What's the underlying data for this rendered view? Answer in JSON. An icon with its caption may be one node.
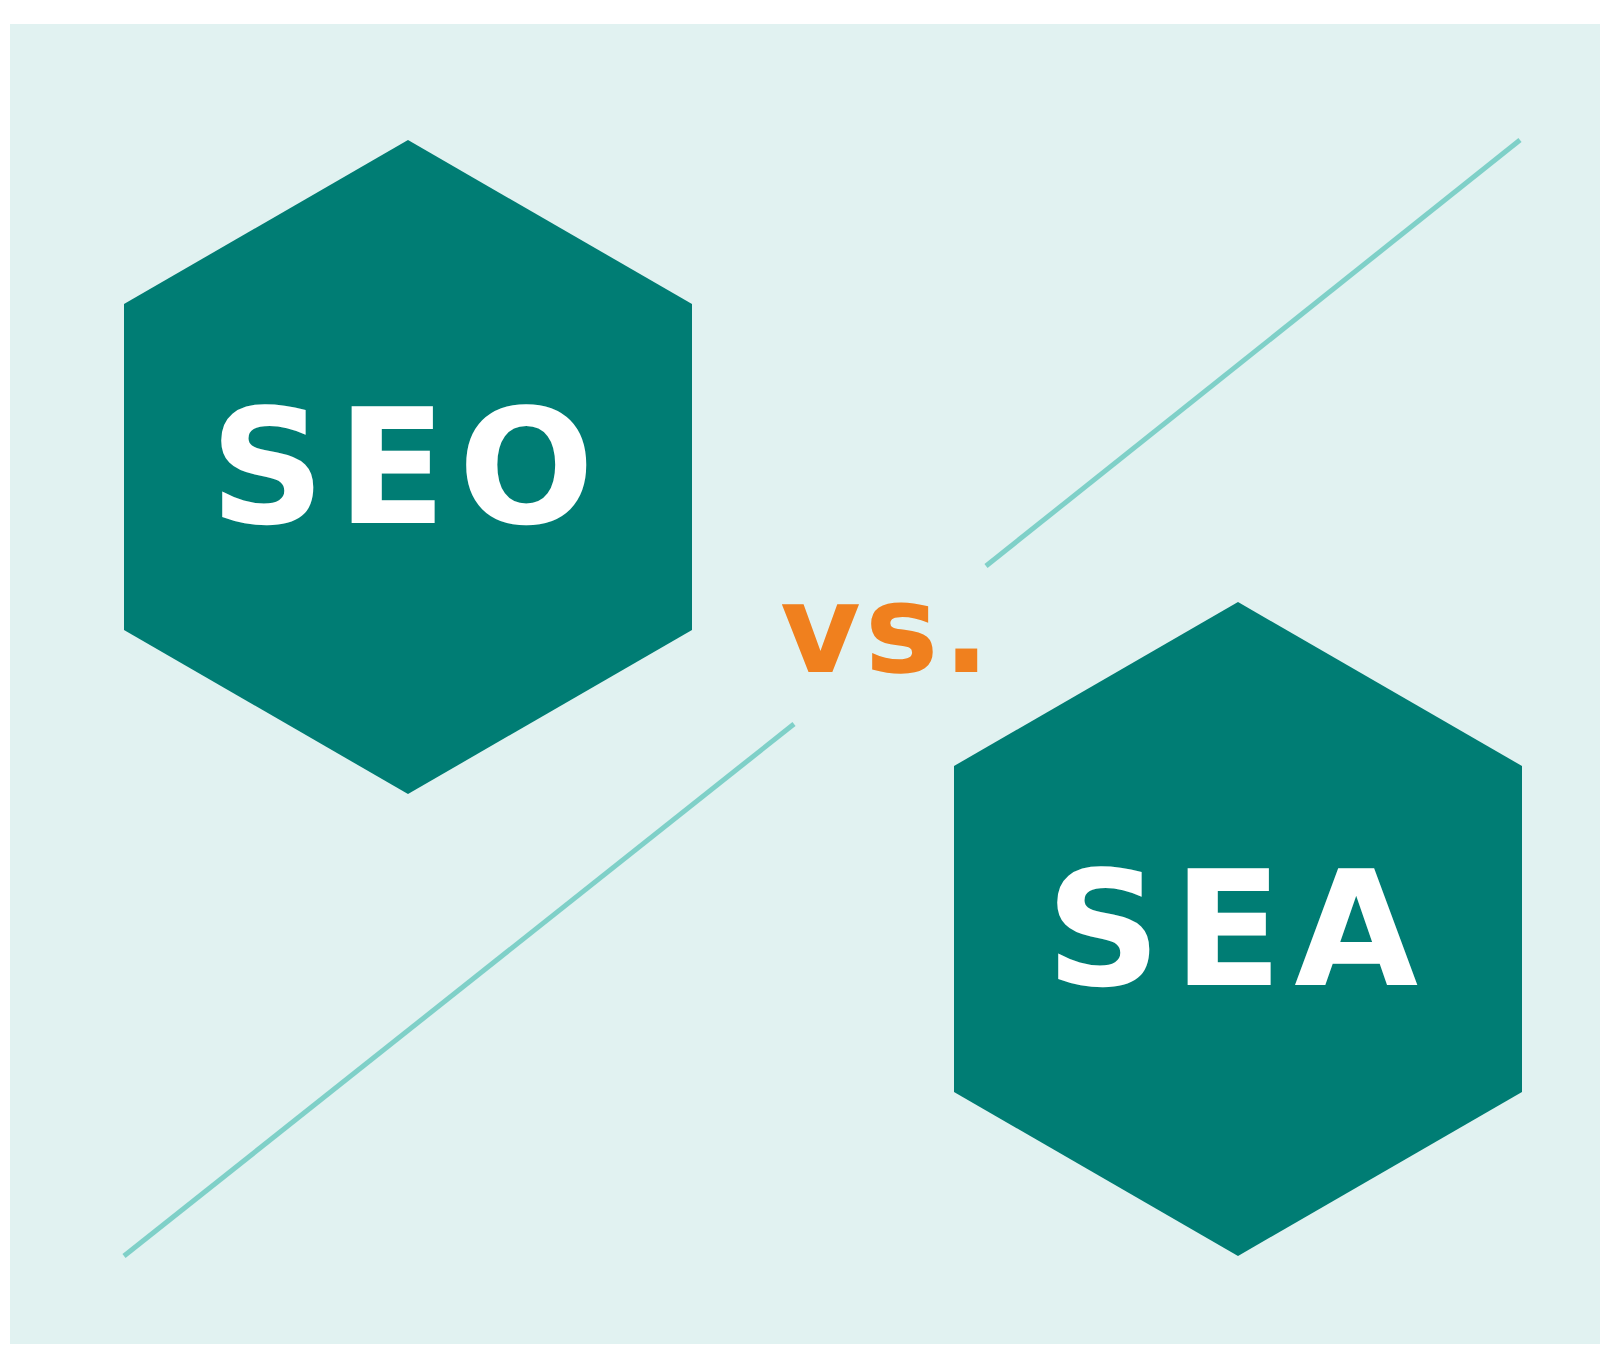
{
  "diagram": {
    "nodes": [
      {
        "text": [
          "SEO"
        ]
      },
      {
        "text": [
          "SEA"
        ]
      }
    ],
    "labels": [
      "vs."
    ]
  }
}
